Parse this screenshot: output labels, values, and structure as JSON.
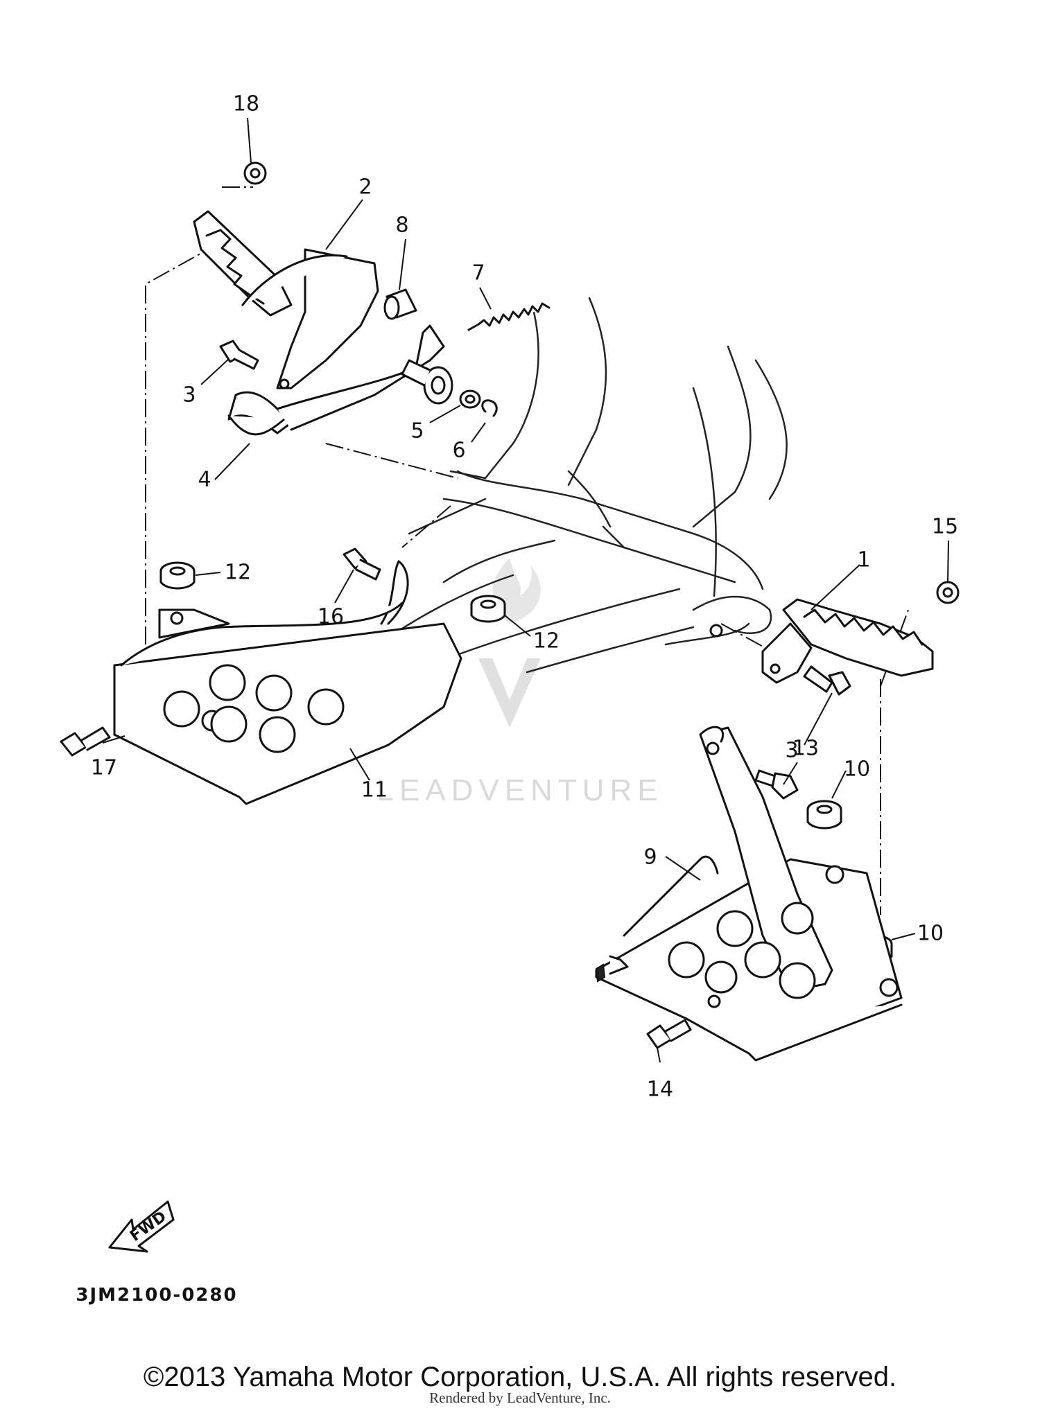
{
  "diagram": {
    "callouts": [
      "18",
      "2",
      "8",
      "7",
      "3",
      "5",
      "6",
      "4",
      "15",
      "1",
      "12",
      "16",
      "12",
      "17",
      "11",
      "3",
      "13",
      "10",
      "9",
      "10",
      "14"
    ],
    "fwd_label": "FWD",
    "part_code": "3JM2100-0280"
  },
  "watermark": {
    "brand": "LEADVENTURE",
    "color": "#d9d9d9"
  },
  "footer": {
    "copyright": "©2013 Yamaha Motor Corporation, U.S.A. All rights reserved.",
    "rendered_by": "Rendered by LeadVenture, Inc."
  }
}
